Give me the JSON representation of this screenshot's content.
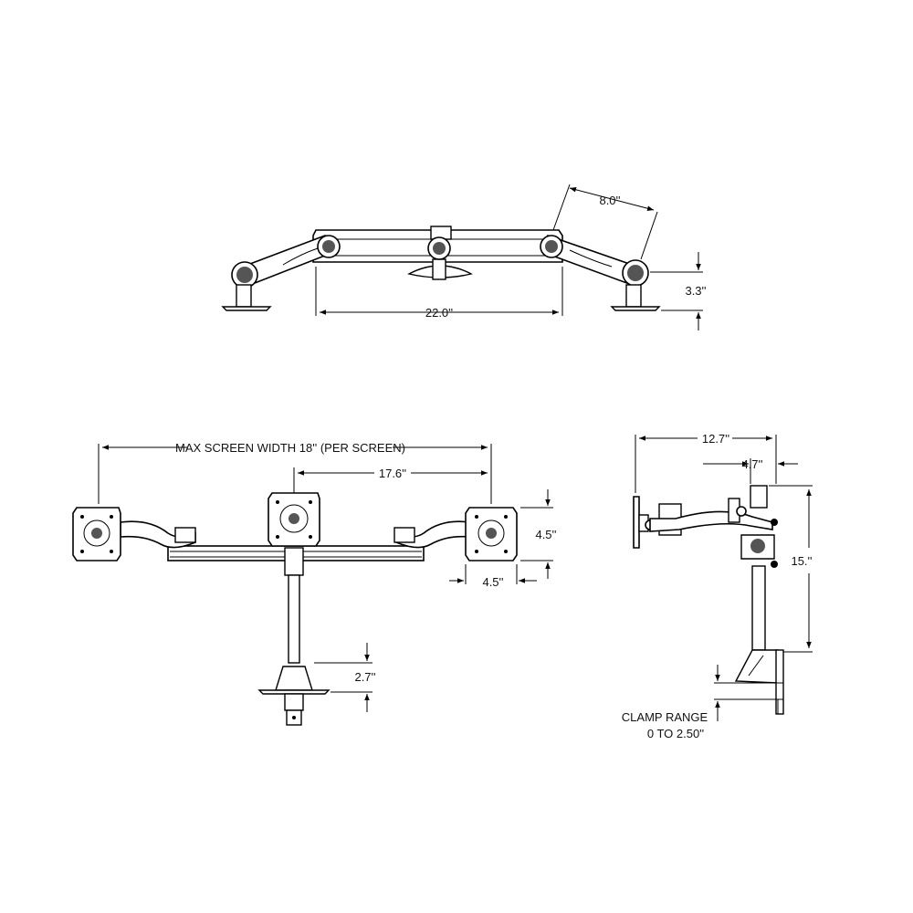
{
  "top_view": {
    "dim_arm_length": "8.0''",
    "dim_total_width": "22.0''",
    "dim_height": "3.3''"
  },
  "front_view": {
    "dim_max_screen_width": "MAX SCREEN WIDTH 18'' (PER SCREEN)",
    "dim_screen_spacing": "17.6''",
    "dim_plate_height": "4.5''",
    "dim_plate_width": "4.5''",
    "dim_base_height": "2.7''"
  },
  "side_view": {
    "dim_depth": "12.7''",
    "dim_offset": "4.7''",
    "dim_pole_height": "15.''",
    "clamp_range_label": "CLAMP RANGE",
    "clamp_range_value": "0 TO 2.50''"
  }
}
